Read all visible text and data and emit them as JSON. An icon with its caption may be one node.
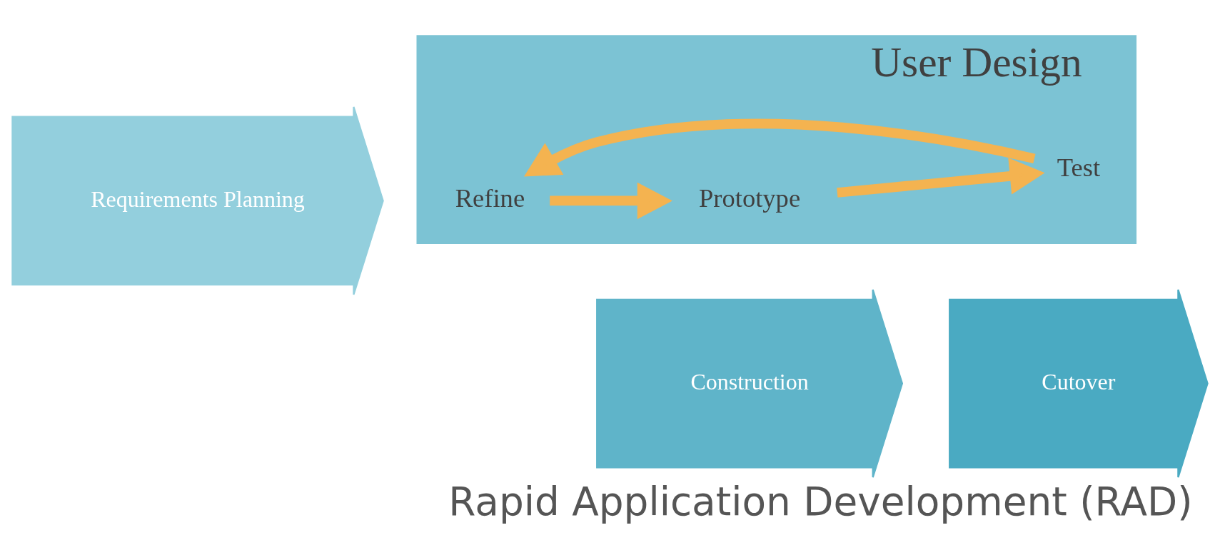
{
  "diagram": {
    "caption": "Rapid Application Development (RAD)",
    "nodes": [
      {
        "text": [
          "Requirements Planning"
        ]
      },
      {
        "text": [
          "User Design"
        ]
      },
      {
        "text": [
          "Refine"
        ],
        "in": 1
      },
      {
        "text": [
          "Prototype"
        ],
        "in": 1
      },
      {
        "text": [
          "Test"
        ],
        "in": 1
      },
      {
        "text": [
          "Construction"
        ]
      },
      {
        "text": [
          "Cutover"
        ]
      }
    ],
    "edges": [
      {
        "from": 2,
        "to": 3,
        "arrow": "to"
      },
      {
        "from": 3,
        "to": 4,
        "arrow": "to"
      },
      {
        "from": 4,
        "to": 2,
        "arrow": "to"
      }
    ]
  }
}
